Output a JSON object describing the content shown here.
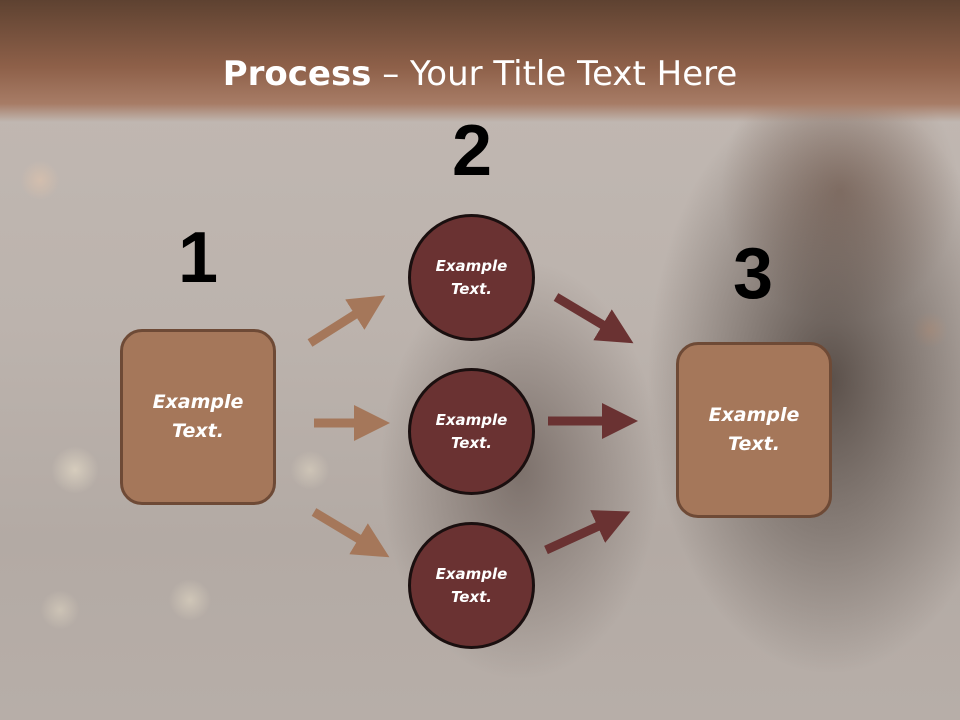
{
  "slide": {
    "title_bold": "Process",
    "title_rest": " – Your Title Text Here",
    "numbers": [
      "1",
      "2",
      "3"
    ],
    "left_box": {
      "line1": "Example",
      "line2": "Text."
    },
    "circles": [
      {
        "line1": "Example",
        "line2": "Text."
      },
      {
        "line1": "Example",
        "line2": "Text."
      },
      {
        "line1": "Example",
        "line2": "Text."
      }
    ],
    "right_box": {
      "line1": "Example",
      "line2": "Text."
    }
  },
  "colors": {
    "header": "#8e6049",
    "box_fill": "#a5775a",
    "box_border": "#6e4a36",
    "circle_fill": "#6a3232",
    "arrow_light": "#a5775a",
    "arrow_dark": "#6a3232"
  }
}
